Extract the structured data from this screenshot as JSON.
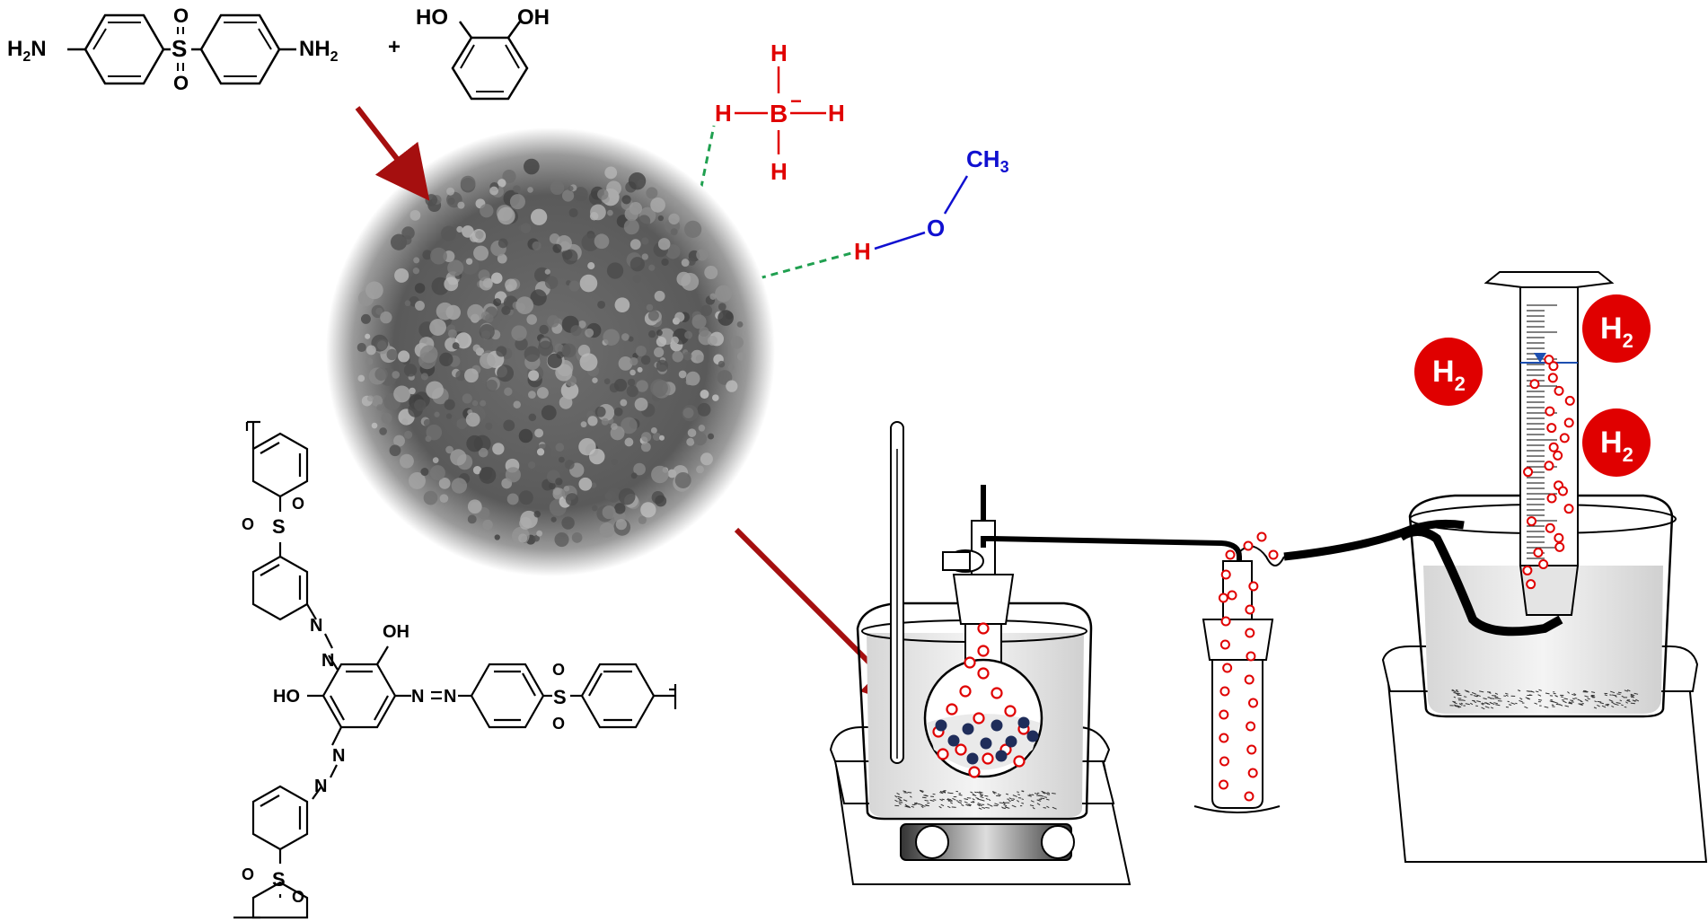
{
  "reactants": {
    "dapsone": {
      "left_group": "H",
      "left_sub": "2",
      "left_atom": "N",
      "right_atom": "NH",
      "right_sub": "2",
      "s_atom": "S",
      "o_top": "O",
      "o_bottom": "O"
    },
    "plus": "+",
    "resorcinol": {
      "oh_left": "HO",
      "oh_right": "OH"
    }
  },
  "borohydride": {
    "center": "B",
    "charge": "−",
    "h_top": "H",
    "h_left": "H",
    "h_right": "H",
    "h_bottom": "H"
  },
  "methanol": {
    "h": "H",
    "o": "O",
    "methyl": "CH",
    "methyl_sub": "3"
  },
  "polymer": {
    "oh_top": "OH",
    "ho_left": "HO",
    "n": "N",
    "s": "S",
    "o": "O"
  },
  "hydrogen_labels": [
    {
      "main": "H",
      "sub": "2"
    },
    {
      "main": "H",
      "sub": "2"
    },
    {
      "main": "H",
      "sub": "2"
    }
  ],
  "colors": {
    "arrow": "#a50f0f",
    "hydride": "#e00000",
    "methanol": "#1010d0",
    "hbond": "#20a050",
    "bubble": "#e00000",
    "catalyst": "#1f2d5a",
    "h2_badge": "#e00000"
  }
}
